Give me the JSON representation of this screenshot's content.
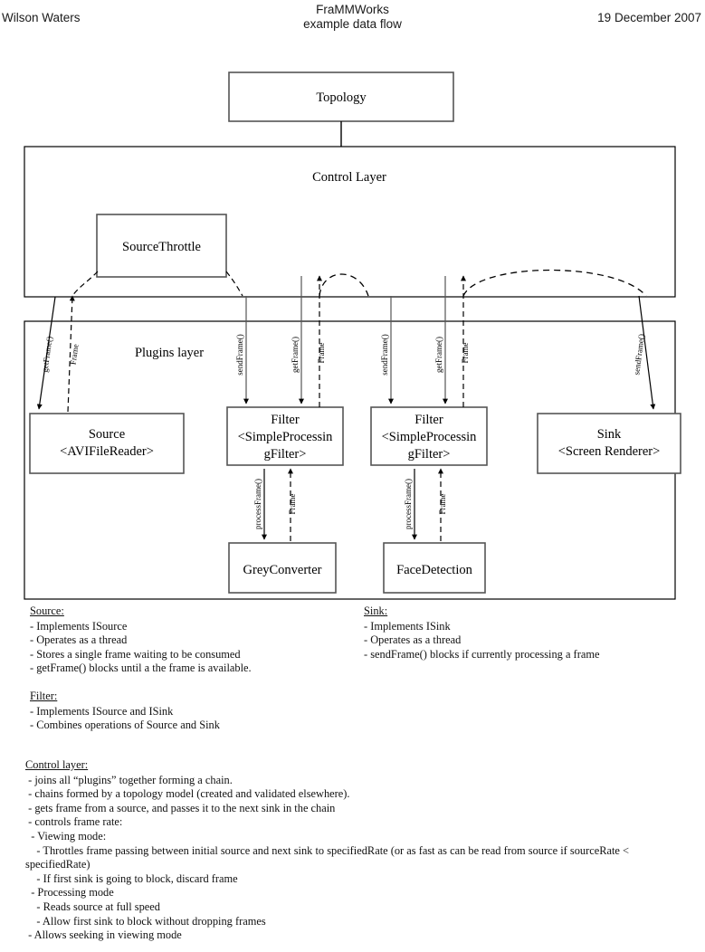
{
  "header": {
    "author": "Wilson Waters",
    "title_line1": "FraMMWorks",
    "title_line2": "example data flow",
    "date": "19 December 2007"
  },
  "diagram": {
    "topology_box": "Topology",
    "control_layer_label": "Control Layer",
    "source_throttle_box": "SourceThrottle",
    "plugins_layer_label": "Plugins layer",
    "boxes": {
      "source_line1": "Source",
      "source_line2": "<AVIFileReader>",
      "filter1_line1": "Filter",
      "filter1_line2": "<SimpleProcessin",
      "filter1_line3": "gFilter>",
      "filter2_line1": "Filter",
      "filter2_line2": "<SimpleProcessin",
      "filter2_line3": "gFilter>",
      "sink_line1": "Sink",
      "sink_line2": "<Screen Renderer>",
      "grey_converter": "GreyConverter",
      "face_detection": "FaceDetection"
    },
    "edge_labels": {
      "get_frame": "getFrame()",
      "frame": "Frame",
      "send_frame": "sendFrame()",
      "process_frame": "processFrame()"
    }
  },
  "notes": {
    "source": {
      "heading": "Source:",
      "lines": [
        "- Implements ISource",
        "- Operates as a thread",
        "- Stores a single frame waiting to be consumed",
        "- getFrame() blocks until a the frame is available."
      ]
    },
    "filter": {
      "heading": "Filter:",
      "lines": [
        "- Implements ISource and ISink",
        "- Combines operations of Source and Sink"
      ]
    },
    "sink": {
      "heading": "Sink:",
      "lines": [
        "- Implements ISink",
        "- Operates as a thread",
        "- sendFrame() blocks if currently processing a frame"
      ]
    },
    "control_layer": {
      "heading": "Control layer:",
      "lines": [
        " - joins all “plugins” together forming a chain.",
        " - chains formed by a topology model (created and validated elsewhere).",
        " - gets frame from a source, and passes it to the next sink in the chain",
        " - controls frame rate:",
        "  - Viewing mode:",
        "    - Throttles frame passing between initial source and next sink to specifiedRate (or as fast as can be read from source if sourceRate < specifiedRate)",
        "    - If first sink is going to block, discard frame",
        "  - Processing mode",
        "    - Reads source at full speed",
        "    - Allow first sink to block without dropping frames",
        " - Allows seeking in viewing mode"
      ]
    }
  },
  "colors": {
    "stroke": "#000000",
    "box_border": "#555555",
    "background": "#ffffff"
  }
}
